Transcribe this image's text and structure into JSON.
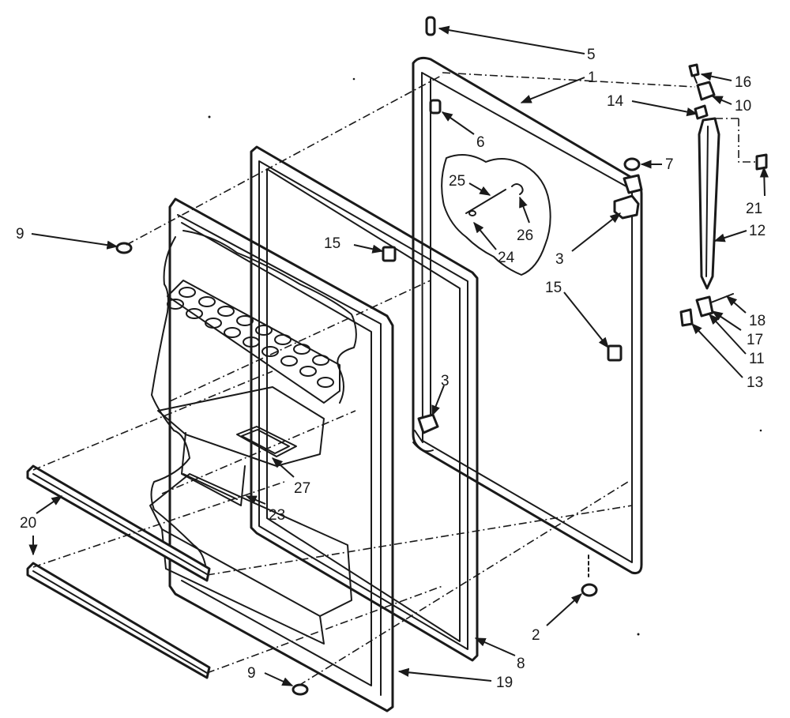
{
  "callouts": [
    {
      "id": "5",
      "text": "5"
    },
    {
      "id": "1",
      "text": "1"
    },
    {
      "id": "16",
      "text": "16"
    },
    {
      "id": "14",
      "text": "14"
    },
    {
      "id": "10",
      "text": "10"
    },
    {
      "id": "6",
      "text": "6"
    },
    {
      "id": "7",
      "text": "7"
    },
    {
      "id": "25",
      "text": "25"
    },
    {
      "id": "26",
      "text": "26"
    },
    {
      "id": "24",
      "text": "24"
    },
    {
      "id": "21",
      "text": "21"
    },
    {
      "id": "12",
      "text": "12"
    },
    {
      "id": "9a",
      "text": "9"
    },
    {
      "id": "15a",
      "text": "15"
    },
    {
      "id": "3a",
      "text": "3"
    },
    {
      "id": "15b",
      "text": "15"
    },
    {
      "id": "18",
      "text": "18"
    },
    {
      "id": "17",
      "text": "17"
    },
    {
      "id": "11",
      "text": "11"
    },
    {
      "id": "13",
      "text": "13"
    },
    {
      "id": "3b",
      "text": "3"
    },
    {
      "id": "27",
      "text": "27"
    },
    {
      "id": "23",
      "text": "23"
    },
    {
      "id": "20",
      "text": "20"
    },
    {
      "id": "2",
      "text": "2"
    },
    {
      "id": "8",
      "text": "8"
    },
    {
      "id": "9b",
      "text": "9"
    },
    {
      "id": "19",
      "text": "19"
    }
  ]
}
